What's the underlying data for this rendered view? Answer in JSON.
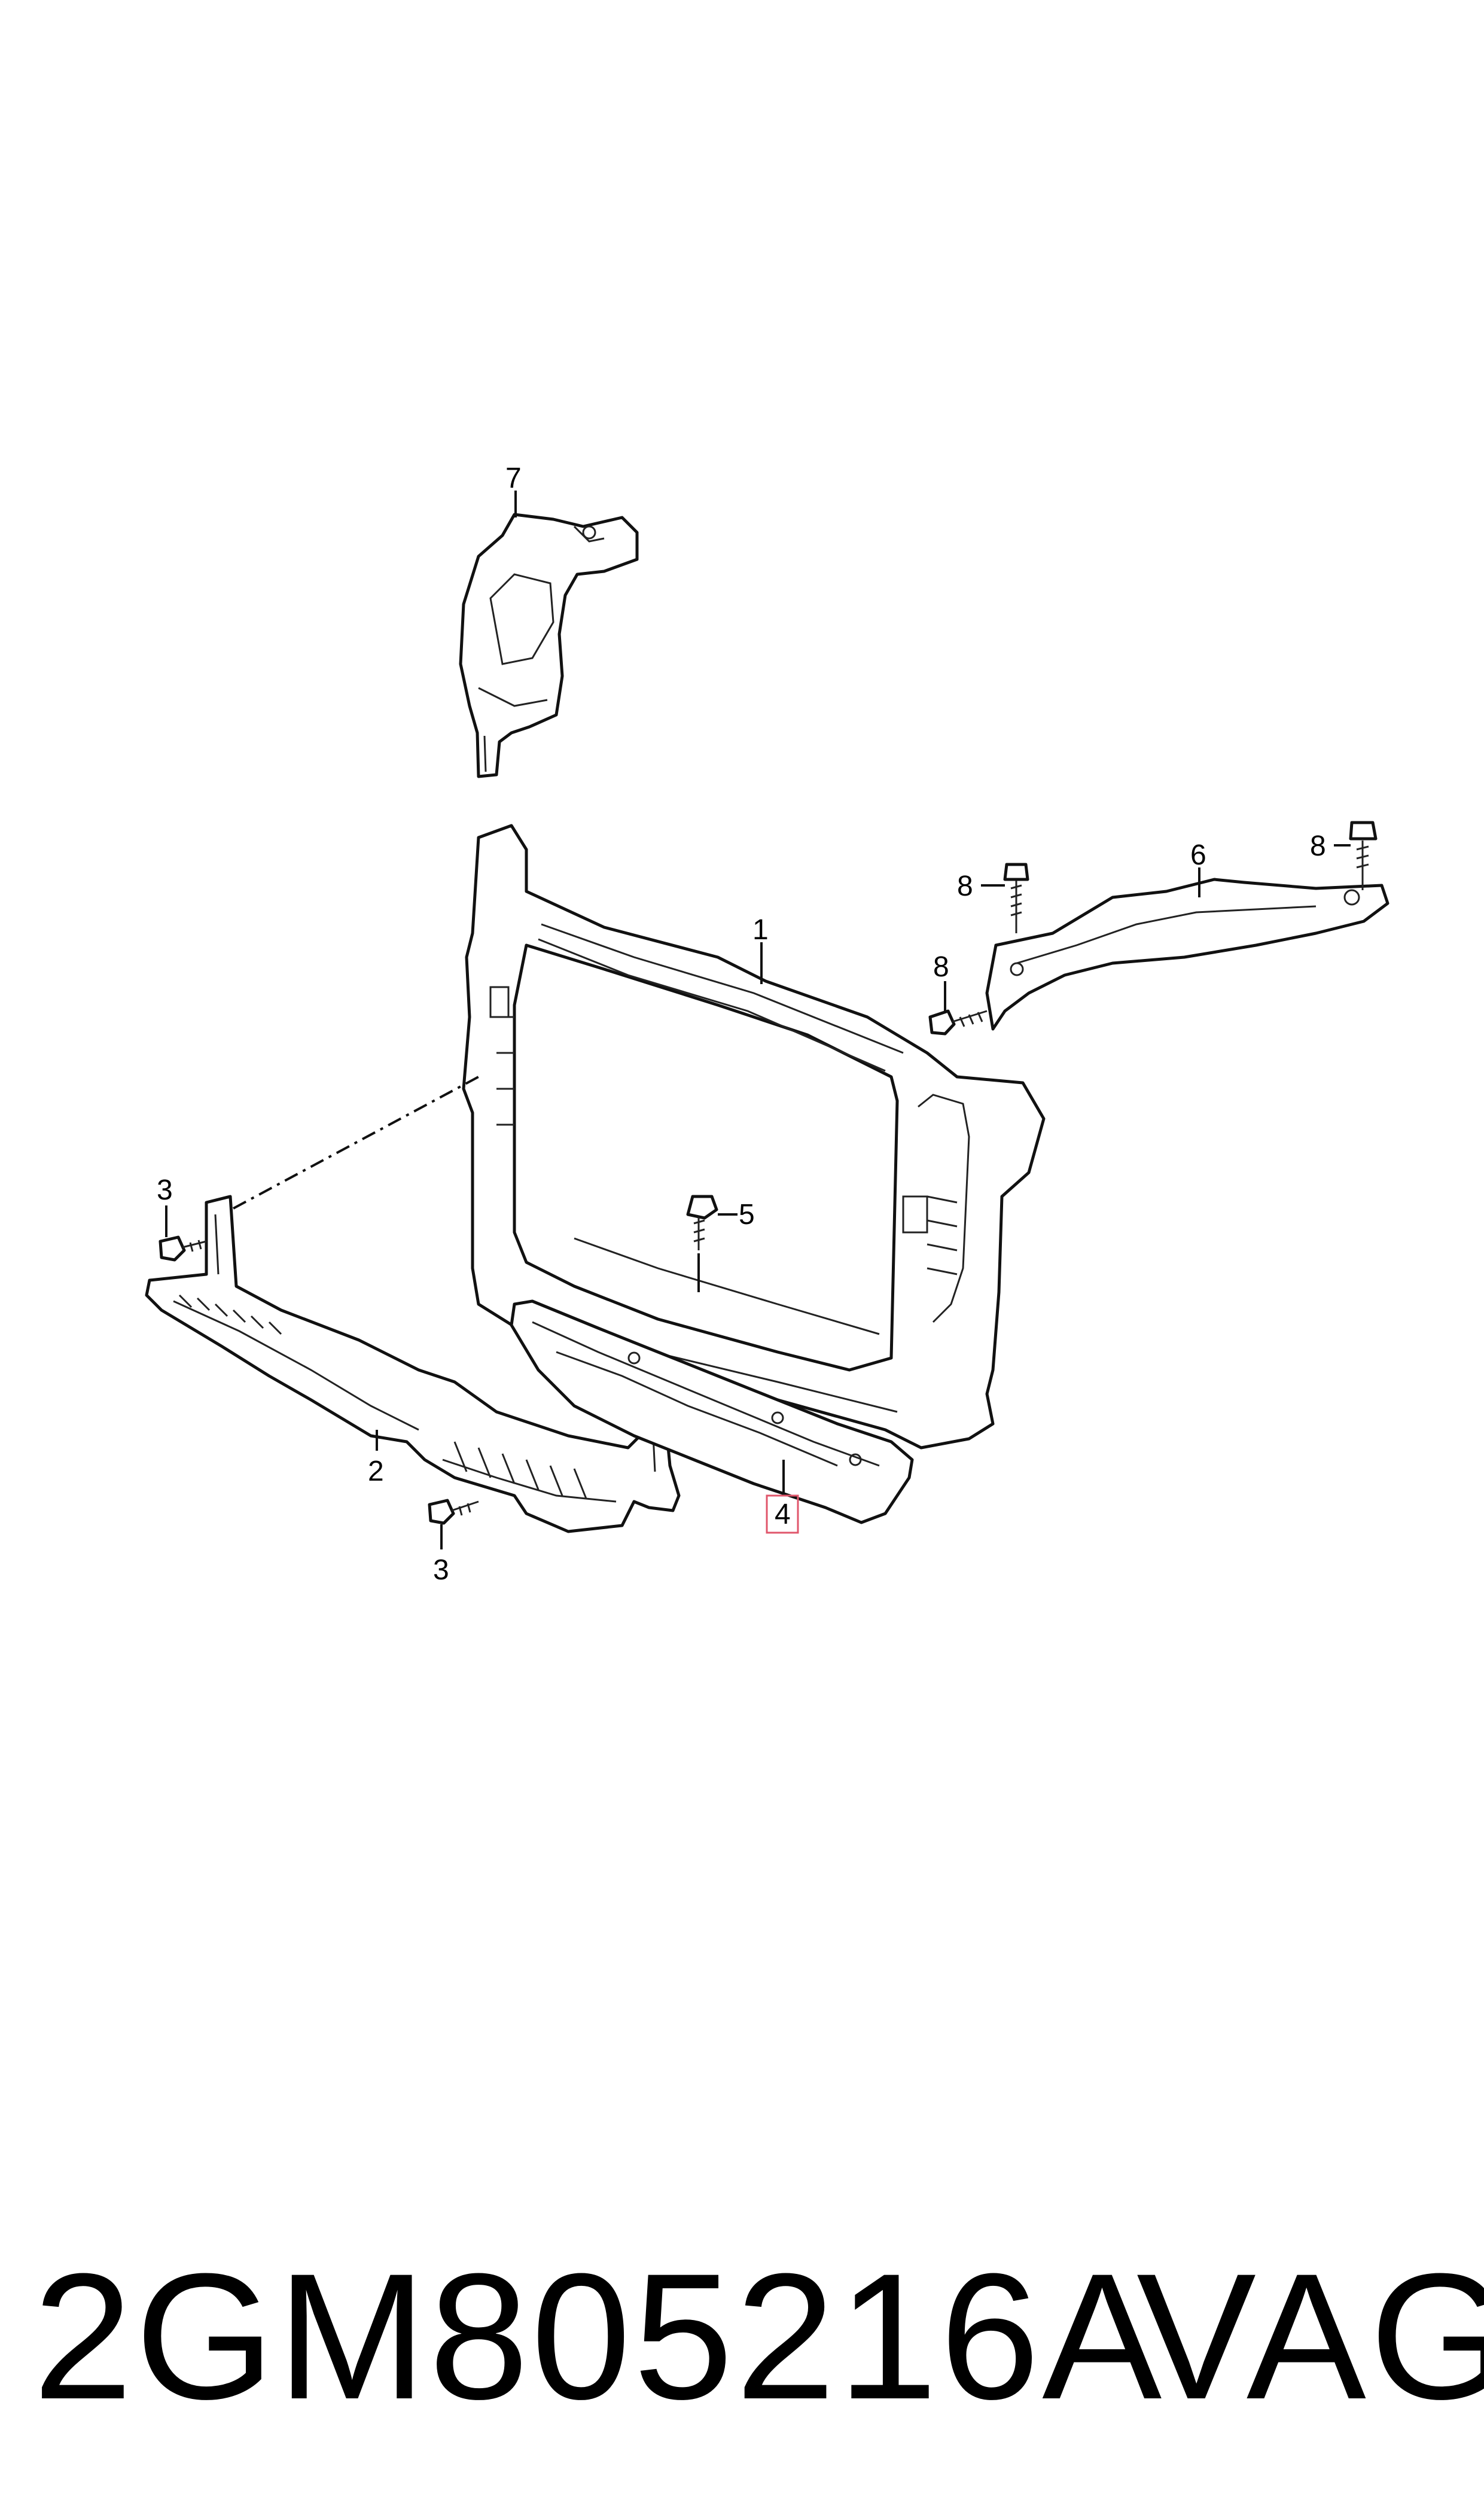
{
  "callouts": {
    "c1": "1",
    "c2": "2",
    "c3a": "3",
    "c3b": "3",
    "c4": "4",
    "c5": "5",
    "c6": "6",
    "c7": "7",
    "c8a": "8",
    "c8b": "8",
    "c8c": "8"
  },
  "highlight_color": "#e0566b",
  "footer": {
    "part_number": "2GM805216A",
    "brand": "VAG"
  }
}
